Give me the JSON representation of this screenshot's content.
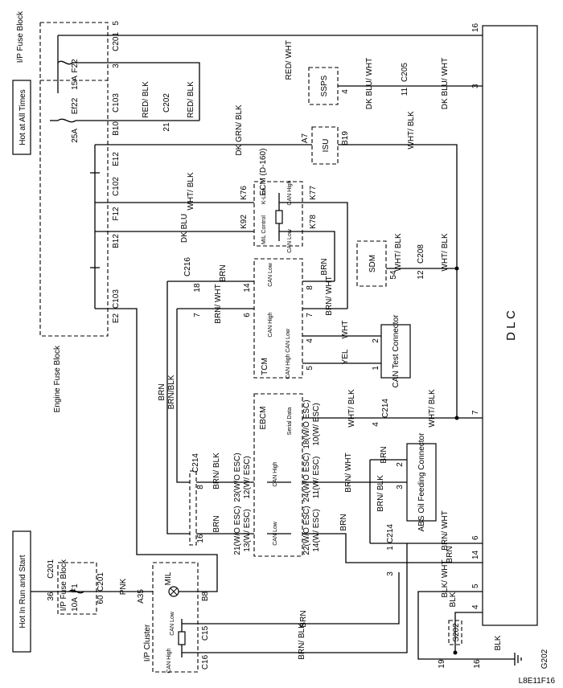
{
  "blocks": {
    "ip_fuse_block": "I/P Fuse Block",
    "hot_at_all_times": "Hot at All Times",
    "engine_fuse_block": "Engine Fuse Block",
    "hot_run_start": "Hot In Run and Start",
    "ip_fuse_block_small": "I/P Fuse Block",
    "ip_cluster": "I/P Cluster",
    "dlc": "D L C",
    "ssps": "SSPS",
    "isu": "ISU",
    "sdm": "SDM",
    "ecm": "ECM (D-160)",
    "tcm": "TCM",
    "ebcm": "EBCM",
    "mil": "MIL",
    "can_test_connector": "CAN Test Connector",
    "abs_oil_feeding_connector": "ABS Oil Feeding Connector",
    "ground": "G202",
    "splice": "S202",
    "figure_id": "L8E11F16"
  },
  "fuses": {
    "f22": "F22",
    "f22_rating": "15A",
    "ef22": "Ef22",
    "ef22_rating": "25A",
    "f1": "F1",
    "f1_rating": "10A"
  },
  "connectors": {
    "c201": "C201",
    "c201_pin5": "5",
    "c201_pin3": "3",
    "c103": "C103",
    "b10": "B10",
    "c202": "C202",
    "c202_pin21": "21",
    "e12": "E12",
    "c102": "C102",
    "f12": "F12",
    "b12": "B12",
    "e2": "E2",
    "c103_b": "C103",
    "c216": "C216",
    "c216_pin18": "18",
    "c216_pin7": "7",
    "c214": "C214",
    "c214_pin8": "8",
    "c214_pin16": "16",
    "c214_b": "C214",
    "c214_b_pin4": "4",
    "c214_c": "C214",
    "c214_c_pin1": "1",
    "c214_c_pin3": "3",
    "c205": "C205",
    "c205_pin11": "11",
    "c208": "C208",
    "c208_pin12": "12",
    "a7": "A7",
    "b19": "B19",
    "k76": "K76",
    "k77": "K77",
    "k92": "K92",
    "k78": "K78",
    "ssps_pin4": "4",
    "sdm_pin54": "54",
    "tcm_pin14": "14",
    "tcm_pin6": "6",
    "tcm_pin4": "4",
    "tcm_pin5": "5",
    "tcm_pin8": "8",
    "tcm_pin7": "7",
    "ctc_pin2": "2",
    "ctc_pin1": "1",
    "ebcm_pin18": "18(W/O ESC)",
    "ebcm_pin10": "10(W/ ESC)",
    "ebcm_pin24": "24(W/O ESC)",
    "ebcm_pin11": "11(W/ ESC)",
    "ebcm_pin22": "22(W/O ESC)",
    "ebcm_pin14": "14(W/ ESC)",
    "ebcm_pin23": "23(W/O ESC)",
    "ebcm_pin12": "12(W/ ESC)",
    "ebcm_pin21": "21(W/O ESC)",
    "ebcm_pin13": "13(W/ ESC)",
    "abs_pin3": "3",
    "abs_pin2": "2",
    "c201_b": "C201",
    "c201_b_pin36": "36",
    "c201_b_pin60": "60",
    "a35": "A35",
    "b8": "B8",
    "c15": "C15",
    "c16": "C16",
    "dlc_pin16": "16",
    "dlc_pin3": "3",
    "dlc_pin7": "7",
    "dlc_pin6": "6",
    "dlc_pin14": "14",
    "dlc_pin5": "5",
    "dlc_pin4": "4",
    "s202_pin19": "19",
    "s202_pin16": "16"
  },
  "wires": {
    "red_wht": "RED/ WHT",
    "red_blk": "RED/ BLK",
    "dk_grn_blk": "DK GRN/ BLK",
    "wht_blk": "WHT/ BLK",
    "dk_blu": "DK BLU",
    "dk_blu_wht": "DK BLU/ WHT",
    "brn": "BRN",
    "brn_wht": "BRN/ WHT",
    "brn_blk": "BRN/BLK",
    "brn_blk_b": "BRN/ BLK",
    "wht": "WHT",
    "yel": "YEL",
    "pnk": "PNK",
    "blk": "BLK",
    "blk_wht": "BLK/ WHT"
  },
  "pin_text": {
    "k_line": "K-Line",
    "mil_control": "MIL Control",
    "can_high": "CAN High",
    "can_low": "CAN Low",
    "serial_data": "Serial Data"
  }
}
